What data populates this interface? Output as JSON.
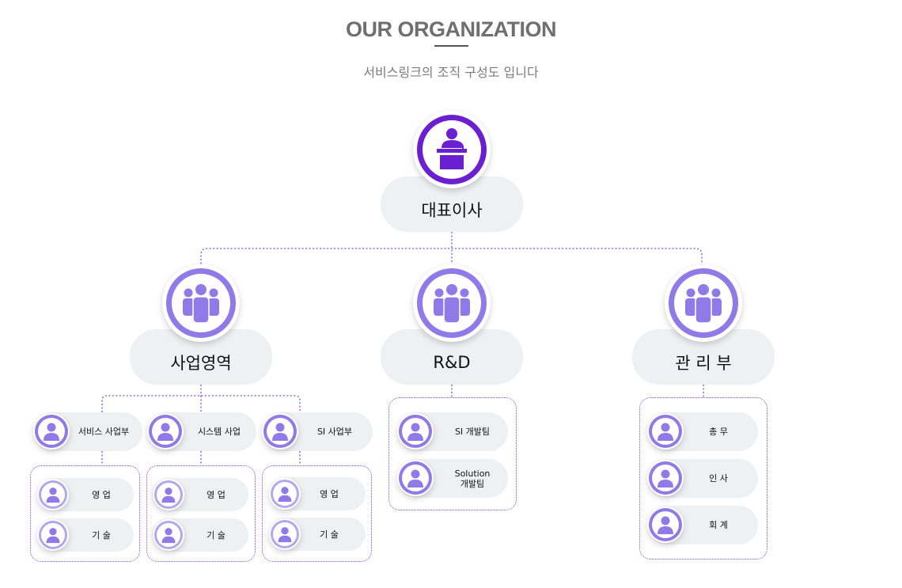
{
  "header": {
    "title": "OUR ORGANIZATION",
    "subtitle": "서비스링크의 조직 구성도 입니다"
  },
  "colors": {
    "accent": "#6a1fd0",
    "light_purple": "#8f7ae8",
    "line": "#7b4fd6",
    "pill_bg": "#eef0f1"
  },
  "ceo": {
    "label": "대표이사",
    "icon": "podium-speaker-icon"
  },
  "departments": [
    {
      "label": "사업영역",
      "icon": "group-icon"
    },
    {
      "label": "R&D",
      "icon": "group-icon"
    },
    {
      "label": "관 리 부",
      "icon": "group-icon"
    }
  ],
  "business_units": [
    {
      "label": "서비스 사업부",
      "teams": [
        "영 업",
        "기 술"
      ]
    },
    {
      "label": "시스템 사업",
      "teams": [
        "영 업",
        "기 술"
      ]
    },
    {
      "label": "SI 사업부",
      "teams": [
        "영 업",
        "기 술"
      ]
    }
  ],
  "rnd_teams": [
    "SI 개발팀",
    "Solution\n개발팀"
  ],
  "admin_teams": [
    "총 무",
    "인 사",
    "회 계"
  ]
}
